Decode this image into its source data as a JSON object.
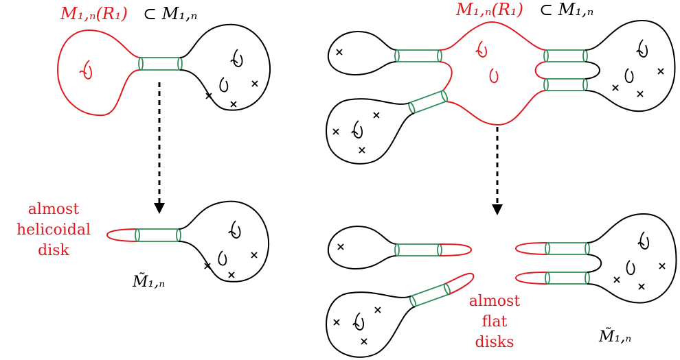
{
  "labels": {
    "left_top_red": "M₁,ₙ(R₁)",
    "left_top_black": "⊂ M₁,ₙ",
    "right_top_red": "M₁,ₙ(R₁)",
    "right_top_black": "⊂ M₁,ₙ",
    "almost_helicoidal_1": "almost",
    "almost_helicoidal_2": "helicoidal",
    "almost_helicoidal_3": "disk",
    "left_bottom_M": "M̃₁,ₙ",
    "almost_flat_1": "almost",
    "almost_flat_2": "flat",
    "almost_flat_3": "disks",
    "right_bottom_M": "M̃₁,ₙ"
  },
  "colors": {
    "red": "#e0191e",
    "green": "#2e8b57",
    "black": "#000000"
  }
}
